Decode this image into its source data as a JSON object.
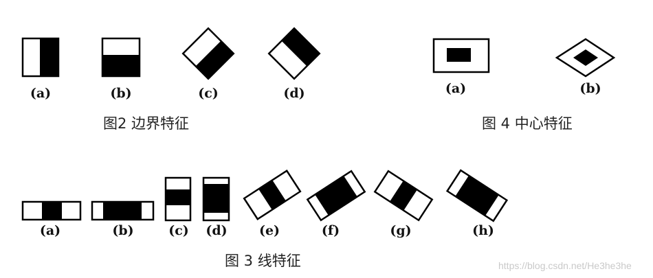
{
  "colors": {
    "fill": "#000000",
    "stroke": "#000000",
    "background": "#ffffff"
  },
  "figure2": {
    "caption": "图2 边界特征",
    "labels": [
      "(a)",
      "(b)",
      "(c)",
      "(d)"
    ]
  },
  "figure4": {
    "caption": "图 4  中心特征",
    "labels": [
      "(a)",
      "(b)"
    ]
  },
  "figure3": {
    "caption": "图 3  线特征",
    "labels": [
      "(a)",
      "(b)",
      "(c)",
      "(d)",
      "(e)",
      "(f)",
      "(g)",
      "(h)"
    ]
  },
  "watermark": "https://blog.csdn.net/He3he3he"
}
